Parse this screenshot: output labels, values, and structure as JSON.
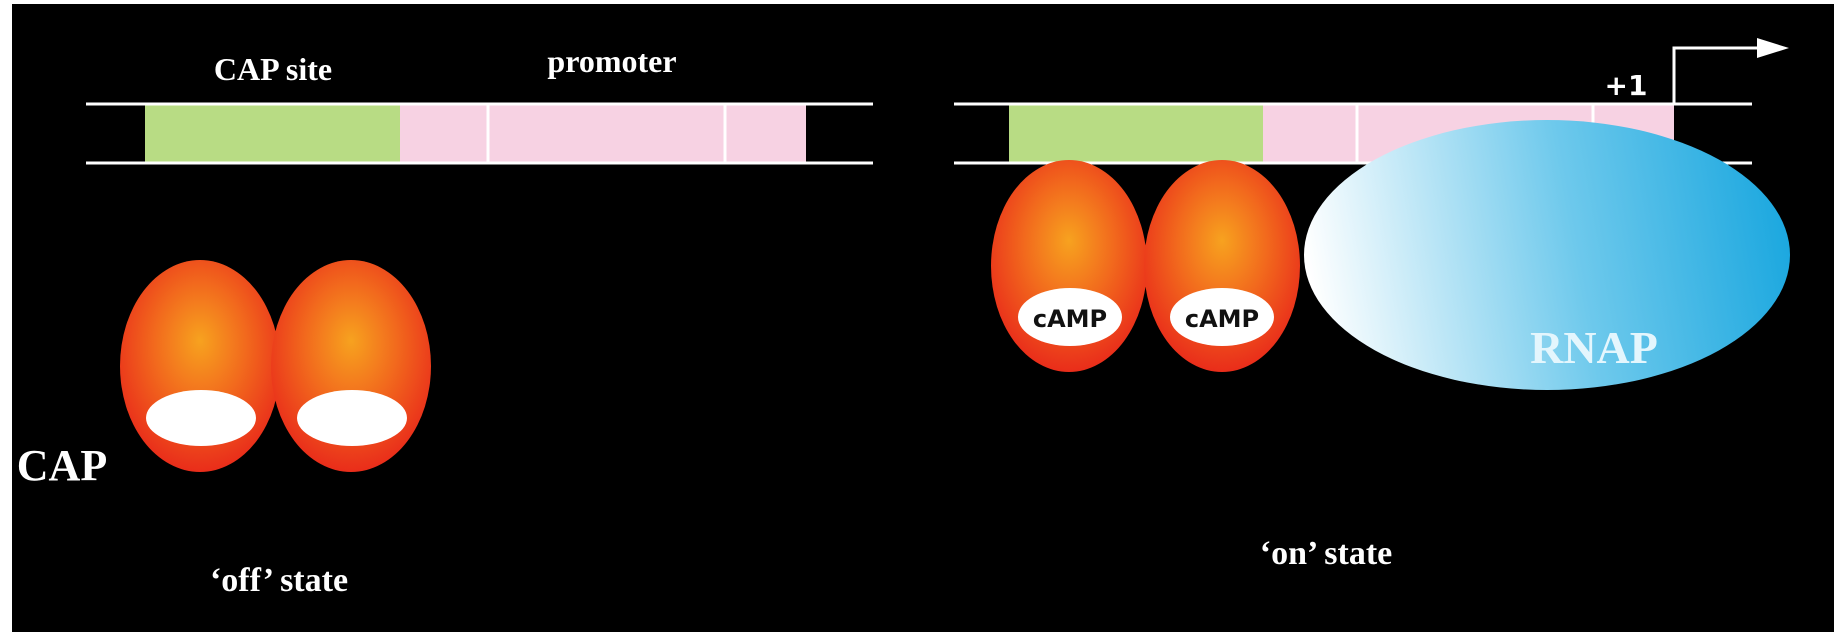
{
  "labels": {
    "cap_site": "CAP site",
    "promoter": "promoter",
    "plus_one": "+1",
    "cap": "CAP",
    "off_state": "‘off’ state",
    "on_state": "‘on’ state",
    "camp_left": "cAMP",
    "camp_right": "cAMP",
    "rnap": "RNAP"
  },
  "colors": {
    "background": "#000000",
    "frame": "#ffffff",
    "cap_site_fill": "#b8dc84",
    "promoter_fill": "#f7d2e3",
    "dna_line": "#ffffff",
    "cap_outer": "#e8251a",
    "cap_mid": "#f26b1d",
    "cap_inner": "#f7a21f",
    "ligand": "#ffffff",
    "rnap_light": "#ffffff",
    "rnap_dark": "#1aa7df",
    "rnap_label": "#e4f6fd",
    "camp_label": "#111111"
  },
  "icons": {
    "transcription_start": "bent-arrow-icon"
  }
}
